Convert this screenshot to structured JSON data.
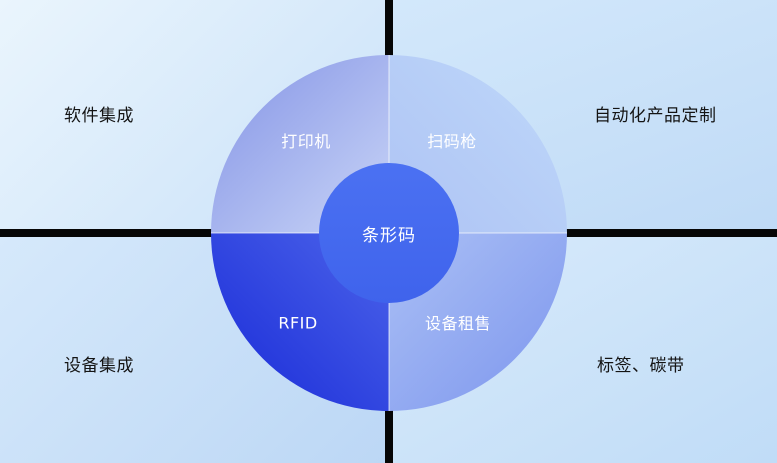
{
  "diagram": {
    "center_label": "条形码",
    "quadrant_labels": {
      "top_left": "打印机",
      "top_right": "扫码枪",
      "bottom_left": "RFID",
      "bottom_right": "设备租售"
    },
    "corner_labels": {
      "top_left": "软件集成",
      "top_right": "自动化产品定制",
      "bottom_left": "设备集成",
      "bottom_right": "标签、碳带"
    }
  },
  "colors": {
    "axis_cross": "#060606",
    "center_circle": "#4568ee",
    "circle_quadrant_top_left": "#9aa7ea",
    "circle_quadrant_top_right": "#b5cbf6",
    "circle_quadrant_bottom_left": "#2238df",
    "circle_quadrant_bottom_right": "#8da5ef",
    "background_light_blue": "#cfe4f9",
    "text_light": "#ffffff",
    "text_dark": "#141414"
  }
}
